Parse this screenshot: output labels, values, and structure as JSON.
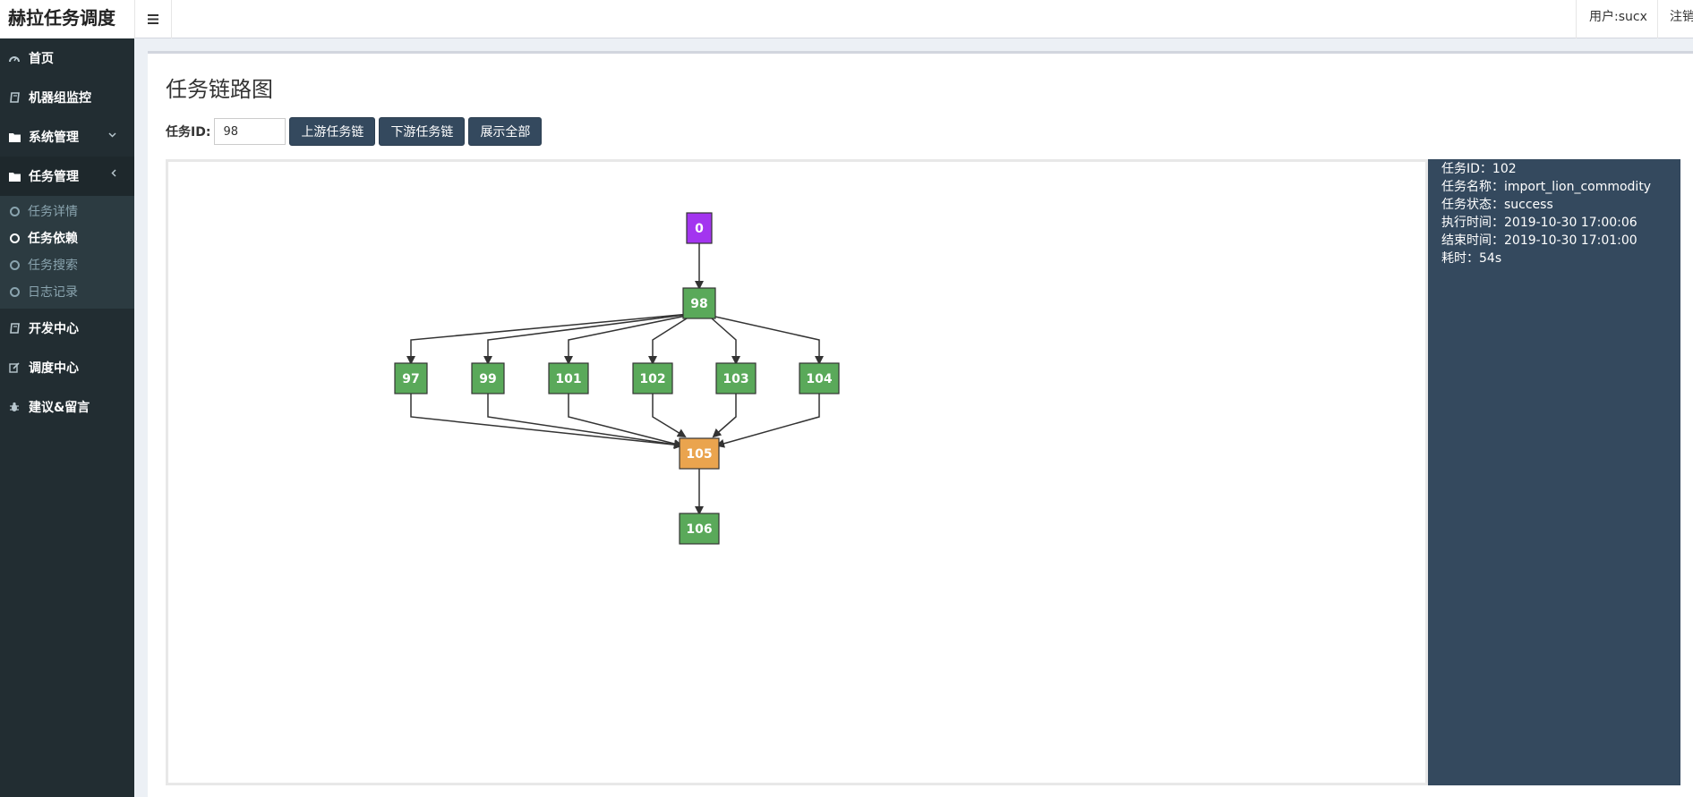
{
  "header": {
    "app_title": "赫拉任务调度",
    "user": "用户:sucx",
    "logout": "注销"
  },
  "sidebar": {
    "items": [
      {
        "label": "首页",
        "icon": "dashboard-icon"
      },
      {
        "label": "机器组监控",
        "icon": "book-icon"
      },
      {
        "label": "系统管理",
        "icon": "folder-icon"
      },
      {
        "label": "任务管理",
        "icon": "folder-icon"
      },
      {
        "label": "开发中心",
        "icon": "book-icon"
      },
      {
        "label": "调度中心",
        "icon": "edit-icon"
      },
      {
        "label": "建议&留言",
        "icon": "bug-icon"
      }
    ],
    "task_submenu": [
      {
        "label": "任务详情"
      },
      {
        "label": "任务依赖"
      },
      {
        "label": "任务搜索"
      },
      {
        "label": "日志记录"
      }
    ]
  },
  "main": {
    "title": "任务链路图",
    "task_id_label": "任务ID:",
    "task_id_value": "98",
    "buttons": {
      "upstream": "上游任务链",
      "downstream": "下游任务链",
      "show_all": "展示全部"
    }
  },
  "graph": {
    "colors": {
      "purple": "#a335ef",
      "green": "#5aa95a",
      "orange": "#eaa44e"
    },
    "nodes": [
      {
        "id": "0",
        "status_color": "purple"
      },
      {
        "id": "98",
        "status_color": "green"
      },
      {
        "id": "97",
        "status_color": "green"
      },
      {
        "id": "99",
        "status_color": "green"
      },
      {
        "id": "101",
        "status_color": "green"
      },
      {
        "id": "102",
        "status_color": "green"
      },
      {
        "id": "103",
        "status_color": "green"
      },
      {
        "id": "104",
        "status_color": "green"
      },
      {
        "id": "105",
        "status_color": "orange"
      },
      {
        "id": "106",
        "status_color": "green"
      }
    ],
    "edges": [
      [
        "0",
        "98"
      ],
      [
        "98",
        "97"
      ],
      [
        "98",
        "99"
      ],
      [
        "98",
        "101"
      ],
      [
        "98",
        "102"
      ],
      [
        "98",
        "103"
      ],
      [
        "98",
        "104"
      ],
      [
        "97",
        "105"
      ],
      [
        "99",
        "105"
      ],
      [
        "101",
        "105"
      ],
      [
        "102",
        "105"
      ],
      [
        "103",
        "105"
      ],
      [
        "104",
        "105"
      ],
      [
        "105",
        "106"
      ]
    ]
  },
  "info_panel": {
    "rows": [
      "任务ID：102",
      "任务名称：import_lion_commodity",
      "任务状态：success",
      "执行时间：2019-10-30 17:00:06",
      "结束时间：2019-10-30 17:01:00",
      "耗时：54s"
    ]
  }
}
